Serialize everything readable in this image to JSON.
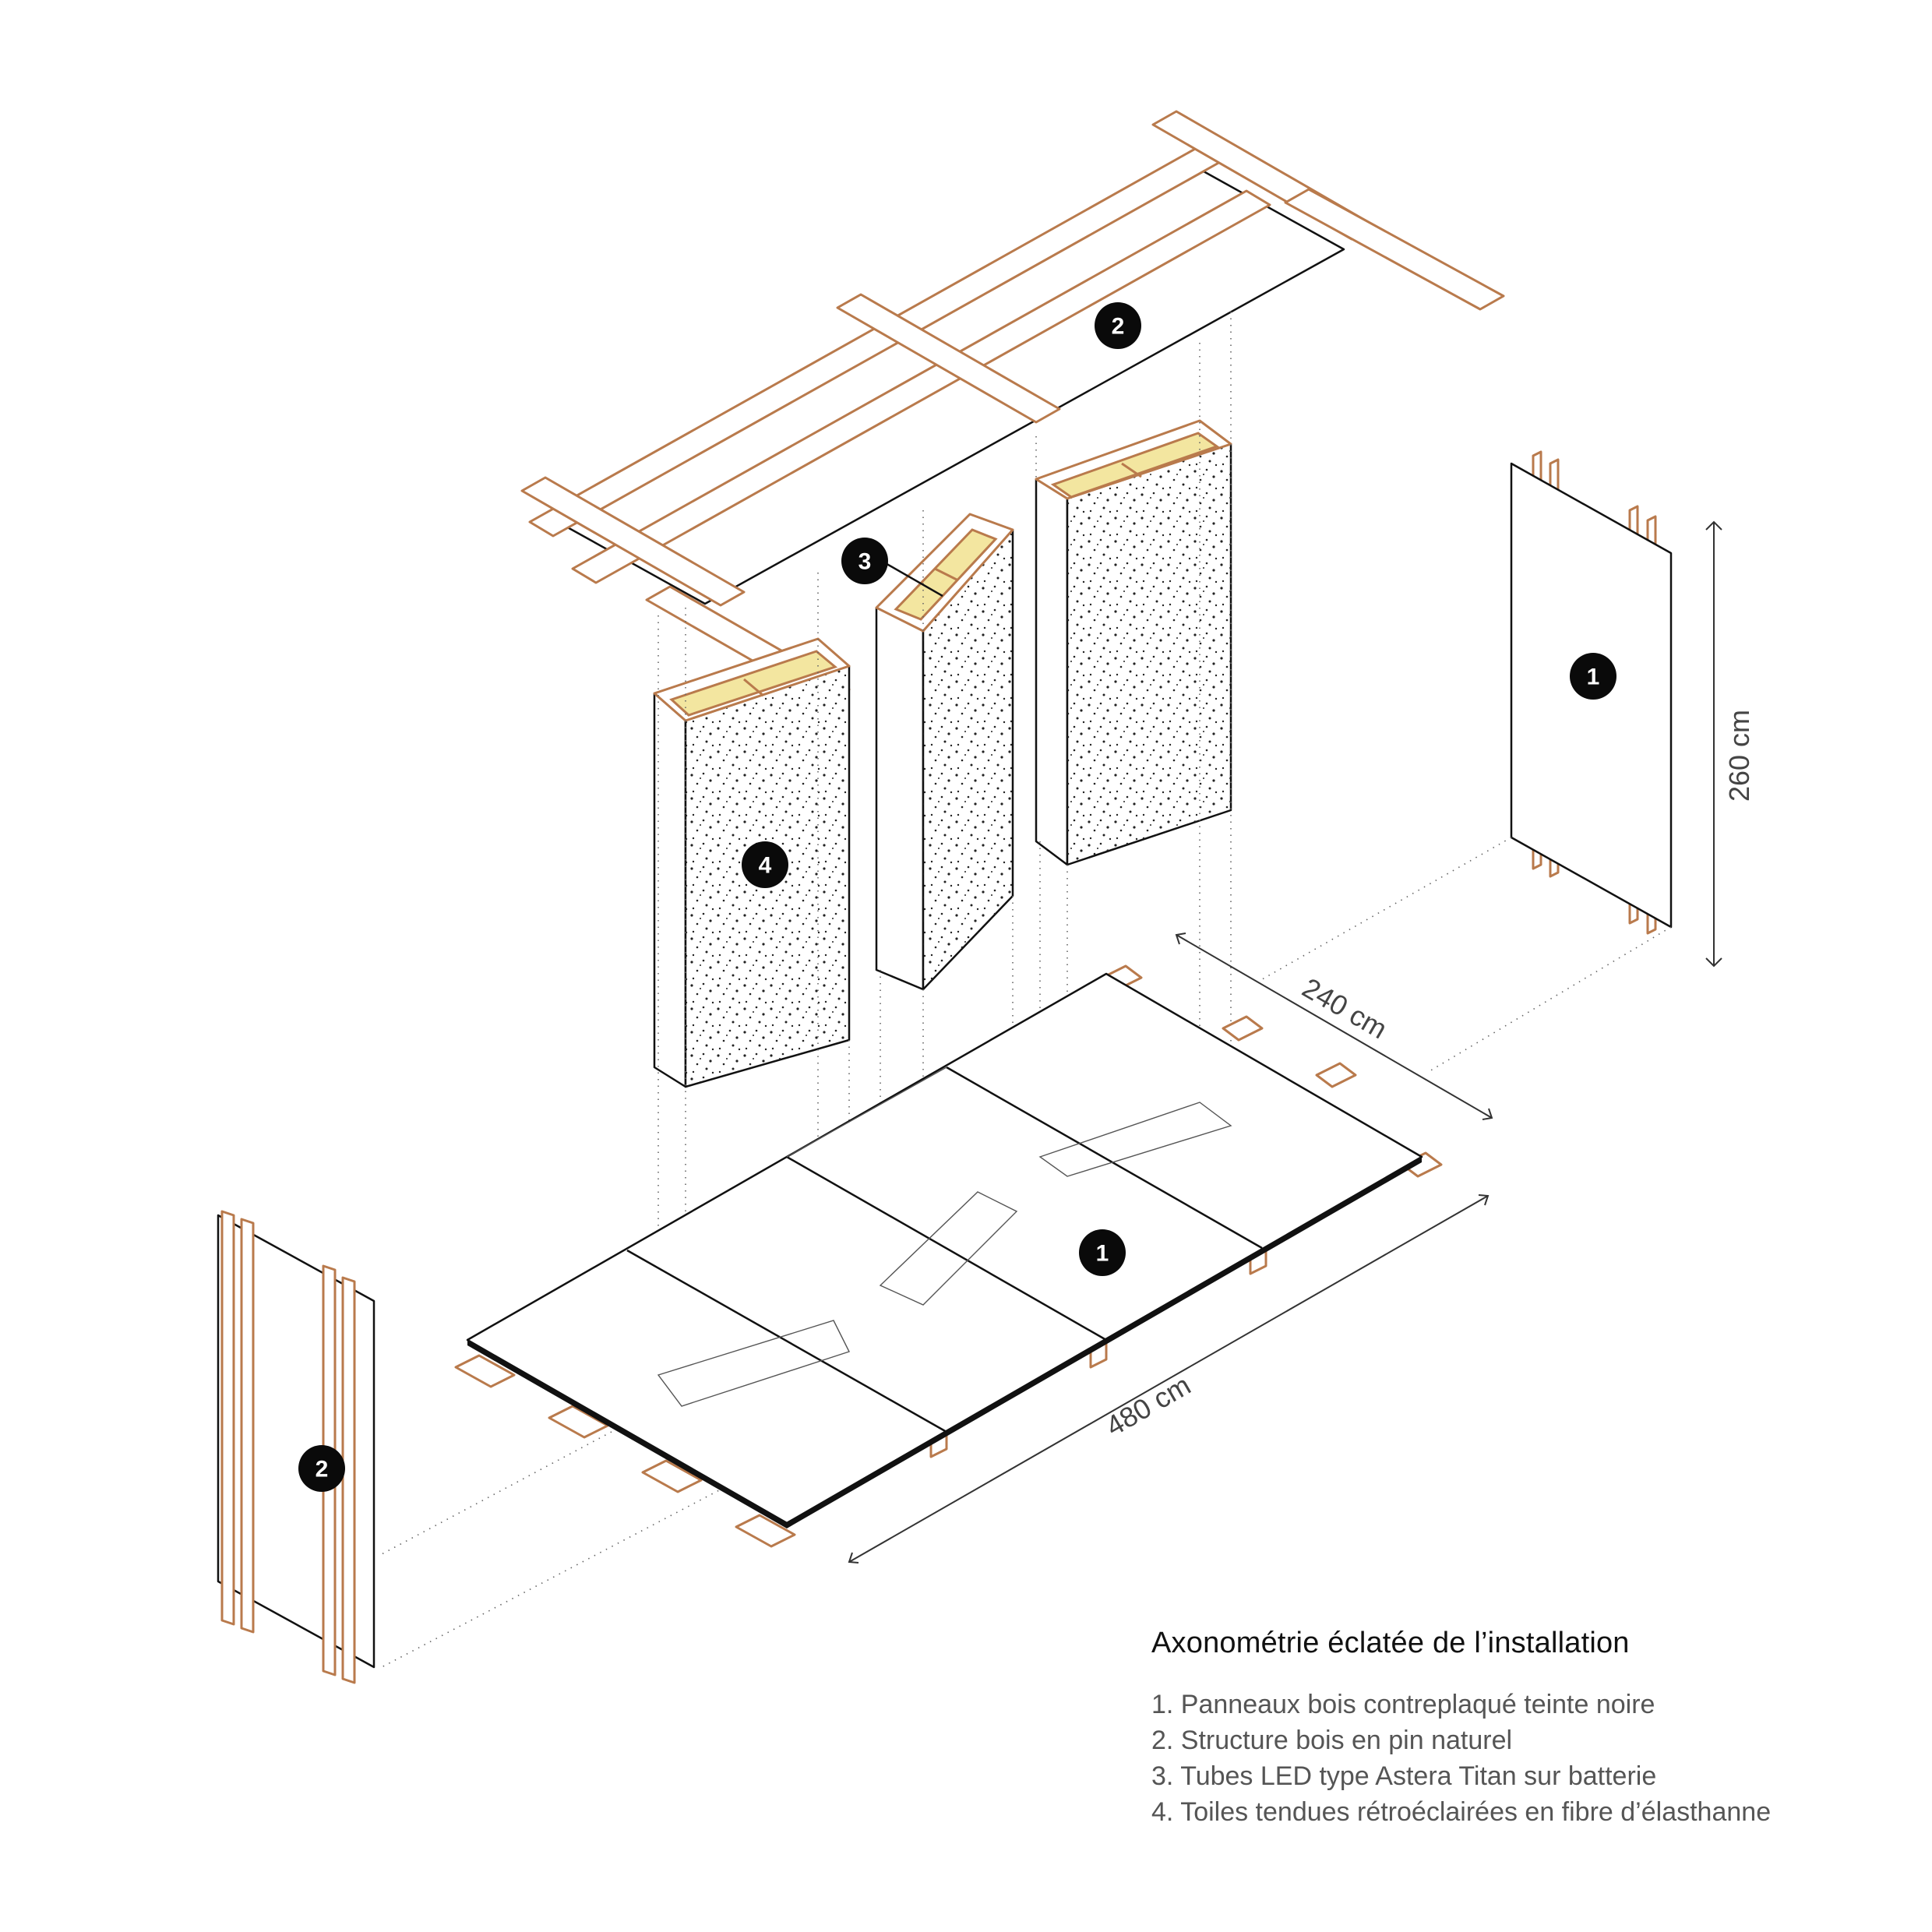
{
  "legend": {
    "title": "Axonométrie éclatée de l’installation",
    "items": [
      "1. Panneaux bois contreplaqué teinte noire",
      "2. Structure bois en pin naturel",
      "3. Tubes LED type Astera Titan sur batterie",
      "4. Toiles tendues rétroéclairées en fibre d’élasthanne"
    ]
  },
  "dimensions": {
    "height": "260 cm",
    "depth": "240 cm",
    "width": "480 cm"
  },
  "callouts": {
    "ceiling_structure": "2",
    "led_tubes": "3",
    "back_wall_panel": "1",
    "fabric_panel": "4",
    "floor_panels": "1",
    "side_wall_structure": "2"
  },
  "colors": {
    "wood": "#b97a4c",
    "ink": "#111111",
    "led_glow": "#f3e6a0"
  }
}
